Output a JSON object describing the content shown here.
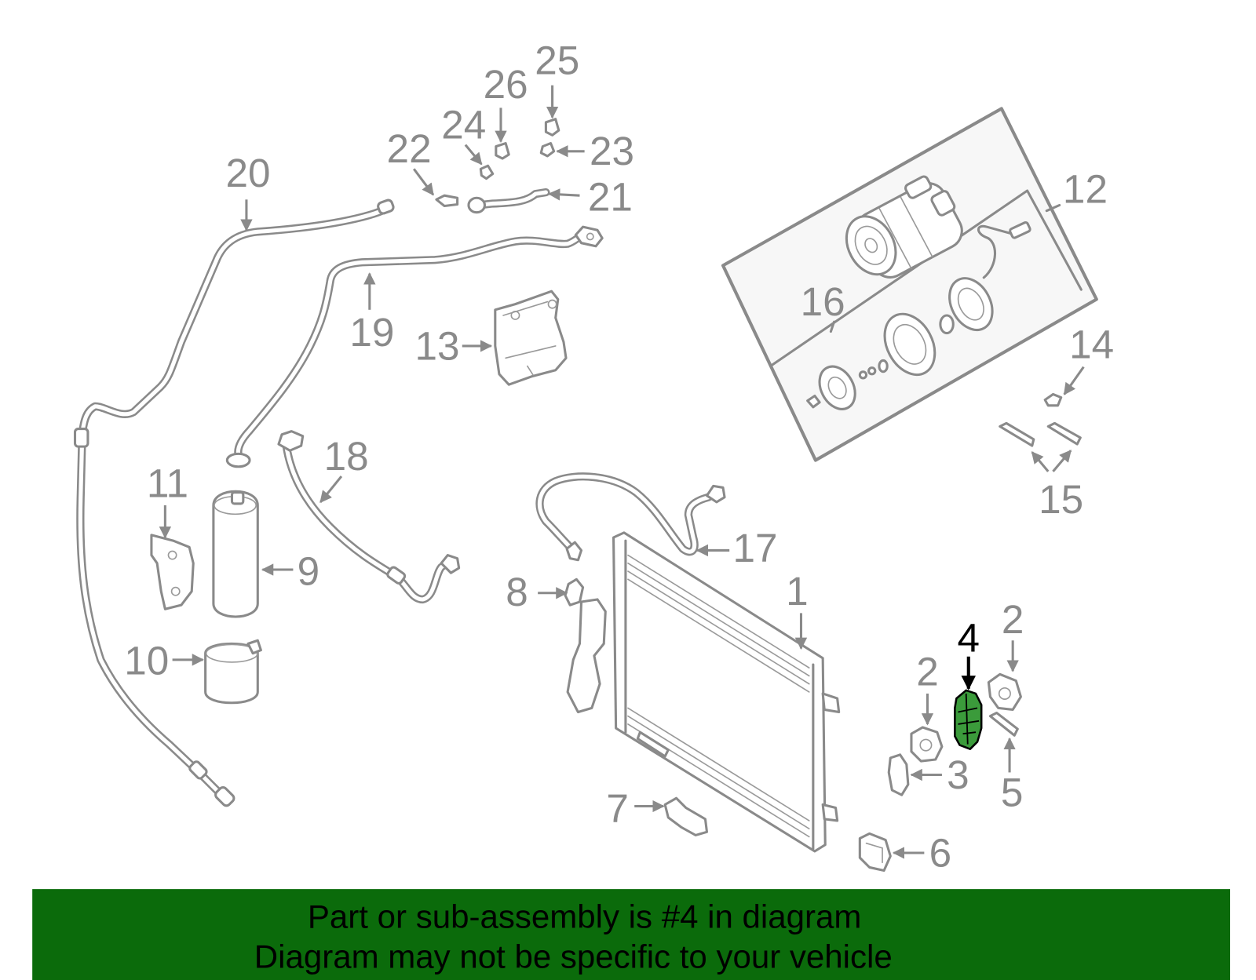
{
  "colors": {
    "banner": "#0b6b0b",
    "highlight_part": "#3b9b3b",
    "callout": "#8a8a8a",
    "highlight_callout": "#000000"
  },
  "callouts": [
    "25",
    "26",
    "24",
    "22",
    "23",
    "21",
    "20",
    "12",
    "19",
    "13",
    "16",
    "14",
    "15",
    "18",
    "11",
    "17",
    "9",
    "8",
    "1",
    "4",
    "2",
    "2",
    "10",
    "3",
    "5",
    "7",
    "6"
  ],
  "banner": {
    "line1": "Part or sub-assembly is #4 in diagram",
    "line2": "Diagram may not be specific to your vehicle"
  }
}
